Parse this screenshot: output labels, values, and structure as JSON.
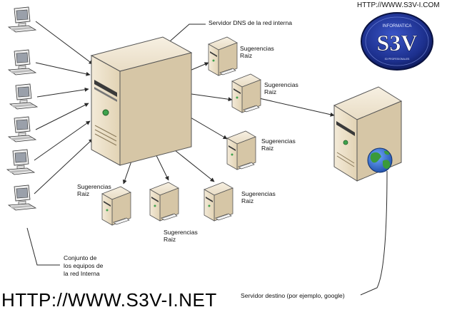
{
  "header": {
    "url_top": "HTTP://WWW.S3V-I.COM"
  },
  "footer": {
    "url_bottom": "HTTP://WWW.S3V-I.NET"
  },
  "logo": {
    "arc_text": "INFORMATICA",
    "main_text": "S3V",
    "sub_text": "S3 PROFESIONALES"
  },
  "labels": {
    "dns_server": "Servidor DNS de la red interna",
    "network_group": [
      "Conjunto de",
      "los equipos de",
      "la red Interna"
    ],
    "destination_server": "Servidor destino (por ejemplo, google)",
    "root_hint_line1": "Sugerencias",
    "root_hint_line2": "Raiz"
  },
  "colors": {
    "server_body": "#e9dcc2",
    "server_side": "#cdbb98",
    "line": "#2a2a2a",
    "logo_blue": "#1c2f8c",
    "globe_blue": "#1f5fb8",
    "globe_green": "#3a9a3a"
  }
}
